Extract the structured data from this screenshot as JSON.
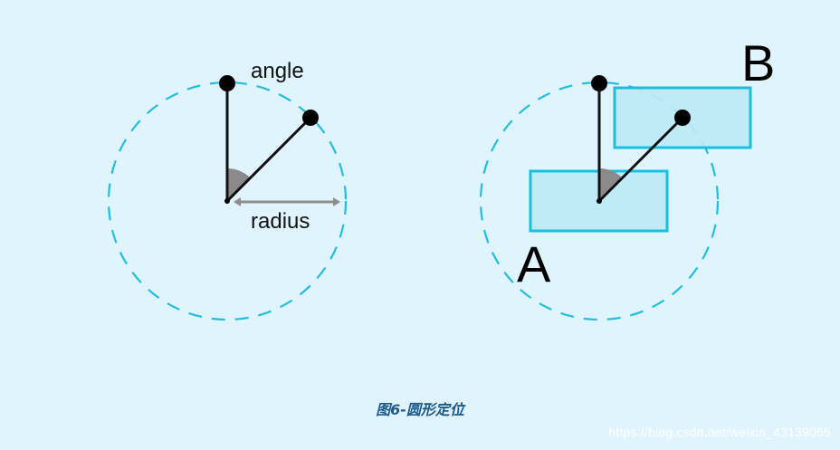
{
  "figure": {
    "left_diagram": {
      "angle_label": "angle",
      "radius_label": "radius"
    },
    "right_diagram": {
      "label_a": "A",
      "label_b": "B"
    },
    "caption": "图6-圆形定位",
    "watermark": "https://blog.csdn.net/weixin_43139065"
  },
  "colors": {
    "background": "#e0f4fd",
    "dashed_circle": "#22bde0",
    "box_fill": "#bde9f5",
    "box_stroke": "#18c0e0",
    "angle_wedge": "#8a8a8a",
    "radius_arrow": "#8e8e8e",
    "line": "#111111",
    "caption": "#1d5a8c"
  }
}
